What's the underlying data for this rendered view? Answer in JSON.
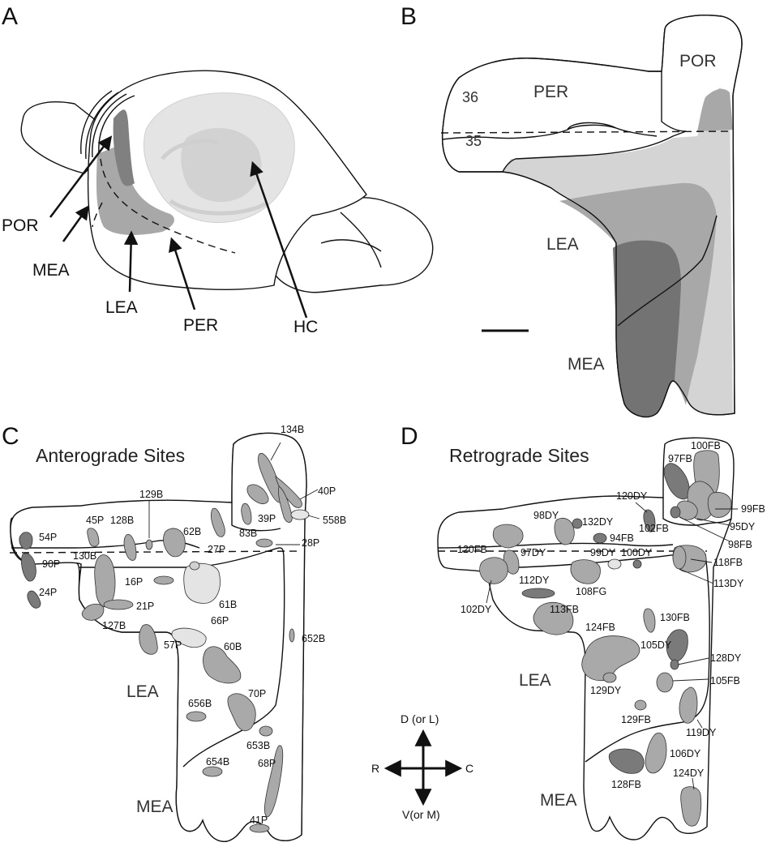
{
  "panels": {
    "A": {
      "letter": "A",
      "arrow_labels": {
        "por": "POR",
        "mea": "MEA",
        "lea": "LEA",
        "per": "PER",
        "hc": "HC"
      }
    },
    "B": {
      "letter": "B",
      "region_labels": {
        "num36": "36",
        "per": "PER",
        "por": "POR",
        "num35": "35",
        "lea": "LEA",
        "mea": "MEA"
      }
    },
    "C": {
      "letter": "C",
      "title": "Anterograde Sites",
      "region_labels": {
        "lea": "LEA",
        "mea": "MEA"
      },
      "sites": {
        "s134B": "134B",
        "s40P": "40P",
        "s558B": "558B",
        "s39P": "39P",
        "s83B": "83B",
        "s129B": "129B",
        "s45P": "45P",
        "s128B": "128B",
        "s62B": "62B",
        "s27P": "27P",
        "s54P": "54P",
        "s130B": "130B",
        "s90P": "90P",
        "s28P": "28P",
        "s16P": "16P",
        "s24P": "24P",
        "s21P": "21P",
        "s61B": "61B",
        "s127B": "127B",
        "s66P": "66P",
        "s57P": "57P",
        "s652B": "652B",
        "s60B": "60B",
        "s656B": "656B",
        "s70P": "70P",
        "s653B": "653B",
        "s654B": "654B",
        "s68P": "68P",
        "s41P": "41P"
      }
    },
    "D": {
      "letter": "D",
      "title": "Retrograde Sites",
      "region_labels": {
        "lea": "LEA",
        "mea": "MEA"
      },
      "sites": {
        "s100FB": "100FB",
        "s97FB": "97FB",
        "s99FB": "99FB",
        "s95DY": "95DY",
        "s120DY": "120DY",
        "s102FB": "102FB",
        "s98FB": "98FB",
        "s98DY": "98DY",
        "s132DY": "132DY",
        "s94FB": "94FB",
        "s120FB": "120FB",
        "s97DY": "97DY",
        "s99DY": "99DY",
        "s100DY": "100DY",
        "s118FB": "118FB",
        "s112DY": "112DY",
        "s108FG": "108FG",
        "s113DY": "113DY",
        "s102DY": "102DY",
        "s113FB": "113FB",
        "s130FB": "130FB",
        "s124FB": "124FB",
        "s105DY": "105DY",
        "s128DY": "128DY",
        "s105FB": "105FB",
        "s129DY": "129DY",
        "s129FB": "129FB",
        "s119DY": "119DY",
        "s106DY": "106DY",
        "s124DY": "124DY",
        "s128FB": "128FB"
      }
    }
  },
  "compass": {
    "dorsal": "D (or L)",
    "ventral": "V(or M)",
    "rostral": "R",
    "caudal": "C"
  },
  "colors": {
    "light_gray": "#d9d9d9",
    "mid_gray": "#a6a6a6",
    "dark_gray": "#6e6e6e",
    "pale_gray": "#ececec",
    "outline": "#111111"
  }
}
